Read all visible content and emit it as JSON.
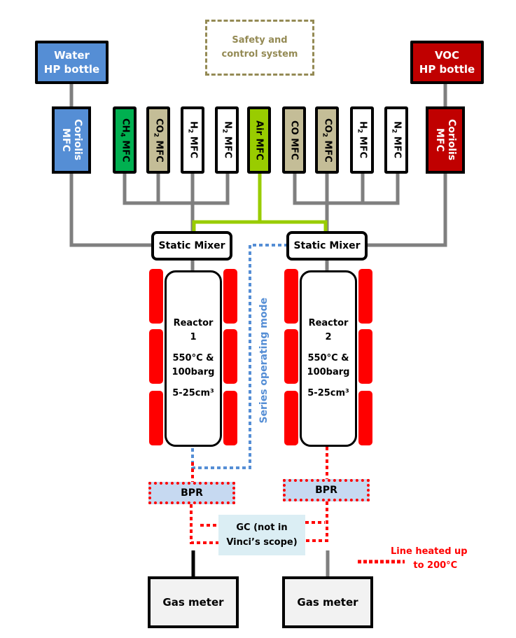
{
  "safety_system": {
    "line1": "Safety and",
    "line2": "control system",
    "color": "#948a54"
  },
  "water_bottle": {
    "line1": "Water",
    "line2": "HP bottle",
    "color": "#558ed5"
  },
  "voc_bottle": {
    "line1": "VOC",
    "line2": "HP bottle",
    "color": "#c00000"
  },
  "coriolis_left": {
    "line1": "Coriolis",
    "line2": "MFC"
  },
  "coriolis_right": {
    "line1": "Coriolis",
    "line2": "MFC"
  },
  "mfcs": [
    {
      "gas": "CH",
      "sub": "4",
      "suffix": " MFC",
      "color": "#00b050"
    },
    {
      "gas": "CO",
      "sub": "2",
      "suffix": " MFC",
      "color": "#c4bd97"
    },
    {
      "gas": "H",
      "sub": "2",
      "suffix": " MFC",
      "color": "#ffffff"
    },
    {
      "gas": "N",
      "sub": "2",
      "suffix": " MFC",
      "color": "#ffffff"
    },
    {
      "gas": "Air",
      "sub": "",
      "suffix": " MFC",
      "color": "#99cc00"
    },
    {
      "gas": "CO",
      "sub": "",
      "suffix": " MFC",
      "color": "#c4bd97"
    },
    {
      "gas": "CO",
      "sub": "2",
      "suffix": " MFC",
      "color": "#c4bd97"
    },
    {
      "gas": "H",
      "sub": "2",
      "suffix": " MFC",
      "color": "#ffffff"
    },
    {
      "gas": "N",
      "sub": "2",
      "suffix": " MFC",
      "color": "#ffffff"
    }
  ],
  "mixers": [
    {
      "label": "Static Mixer"
    },
    {
      "label": "Static Mixer"
    }
  ],
  "reactors": [
    {
      "name": "Reactor",
      "number": "1",
      "temp": "550°C &",
      "pressure": "100barg",
      "volume": "5-25cm³"
    },
    {
      "name": "Reactor",
      "number": "2",
      "temp": "550°C &",
      "pressure": "100barg",
      "volume": "5-25cm³"
    }
  ],
  "series_mode": {
    "label": "Series operating mode",
    "color": "#558ed5"
  },
  "bprs": [
    {
      "label": "BPR"
    },
    {
      "label": "BPR"
    }
  ],
  "gc": {
    "line1": "GC (not in",
    "line2": "Vinci’s scope)"
  },
  "gas_meters": [
    {
      "label": "Gas meter"
    },
    {
      "label": "Gas meter"
    }
  ],
  "legend": {
    "line1": "Line heated up",
    "line2": "to 200°C",
    "color": "#ff0000"
  },
  "line_colors": {
    "gas": "#7f7f7f",
    "air": "#99cc00",
    "series": "#558ed5",
    "heated": "#ff0000"
  }
}
